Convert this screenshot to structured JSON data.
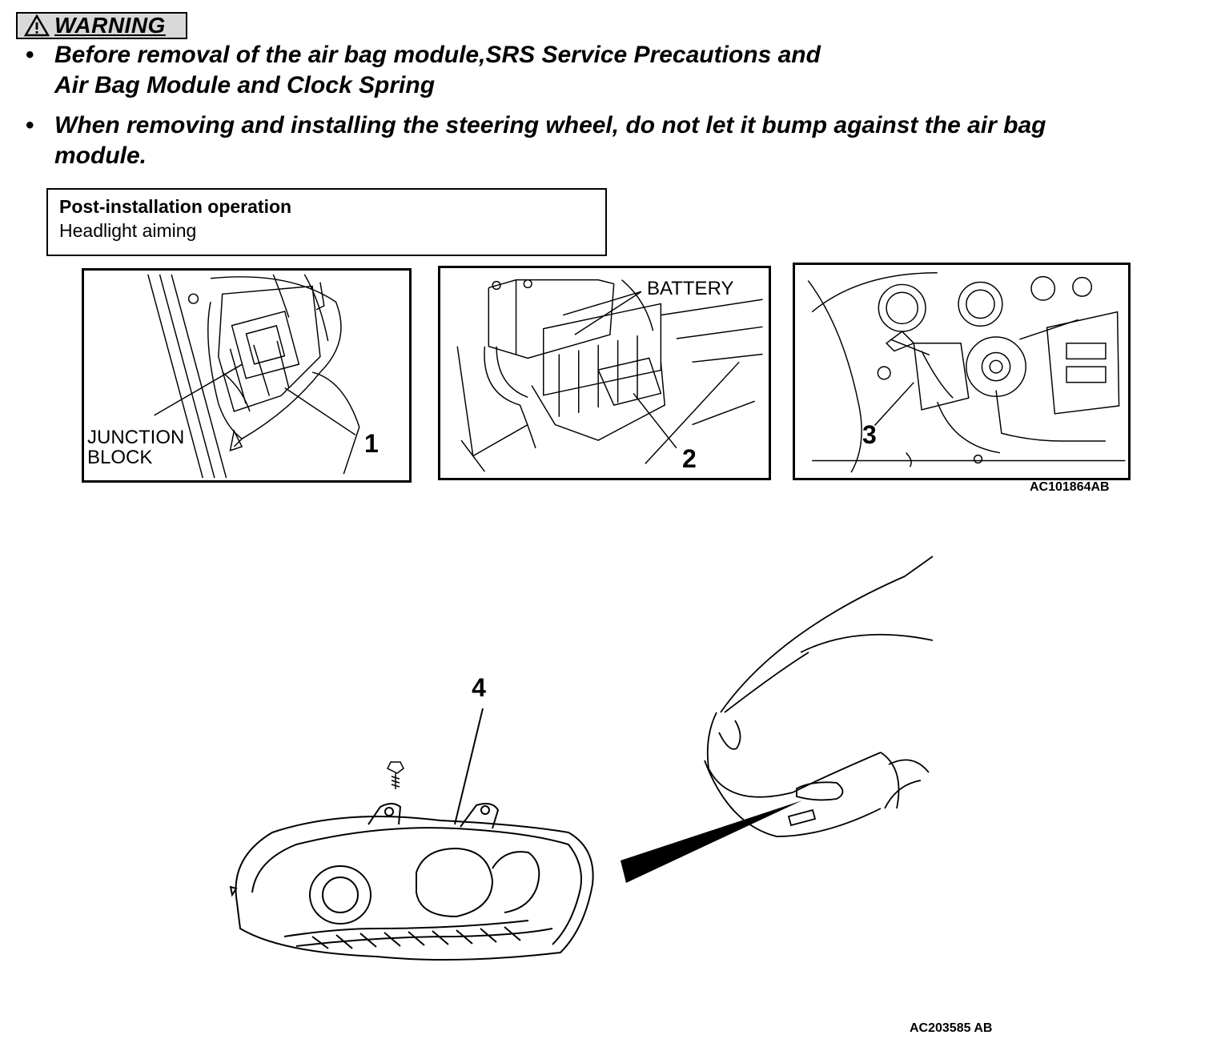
{
  "warning": {
    "label": "WARNING",
    "icon": "warning-triangle-icon"
  },
  "bullets": [
    {
      "lines": [
        "Before removal of the air bag module,SRS Service Precautions and",
        "Air Bag Module and Clock Spring"
      ]
    },
    {
      "lines": [
        "When removing and installing the steering wheel, do not let it bump against the air bag",
        "module."
      ]
    }
  ],
  "post_install": {
    "heading": "Post-installation operation",
    "text": "Headlight aiming"
  },
  "panels": {
    "panel1": {
      "label_line1": "JUNCTION",
      "label_line2": "BLOCK",
      "callout": "1"
    },
    "panel2": {
      "label": "BATTERY",
      "callout": "2"
    },
    "panel3": {
      "callout": "3"
    }
  },
  "figure_codes": {
    "top": "AC101864AB",
    "bottom": "AC203585 AB"
  },
  "headlight": {
    "callout": "4"
  }
}
